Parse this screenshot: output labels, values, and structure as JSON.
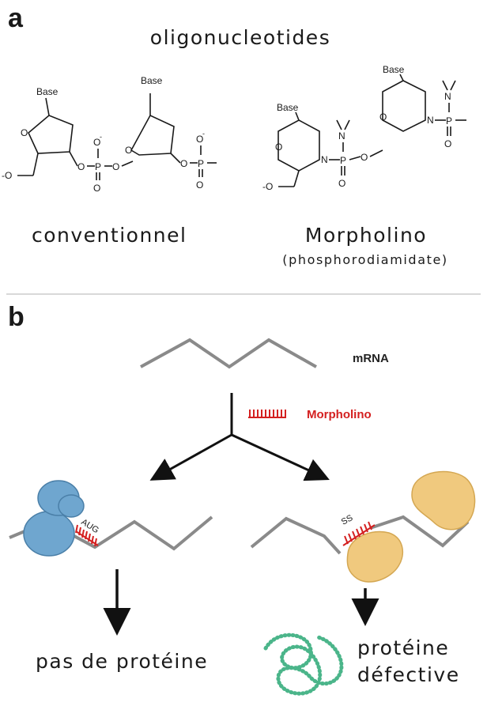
{
  "panel_a": {
    "letter": "a",
    "title": "oligonucleotides",
    "conventional_label": "conventionnel",
    "morpholino_label": "Morpholino",
    "morpholino_sublabel": "(phosphorodiamidate)",
    "atoms": {
      "base": "Base",
      "oxygen": "O",
      "phosphorus": "P",
      "nitrogen": "N",
      "o_minus": "O",
      "minus": "-",
      "chain_start": "-O"
    }
  },
  "panel_b": {
    "letter": "b",
    "mrna_label": "mRNA",
    "morpholino_label": "Morpholino",
    "aug_label": "AUG",
    "ss_label": "SS",
    "left_result": "pas de protéine",
    "right_result_line1": "protéine",
    "right_result_line2": "défective"
  },
  "colors": {
    "mrna": "#8a8a8a",
    "morpholino": "#d42020",
    "ribosome": "#6fa6cf",
    "ribosome_edge": "#4a7fa8",
    "spliceosome": "#f0c97e",
    "spliceosome_edge": "#d4a752",
    "protein": "#4bb58a",
    "divider": "#d8d8d8"
  }
}
